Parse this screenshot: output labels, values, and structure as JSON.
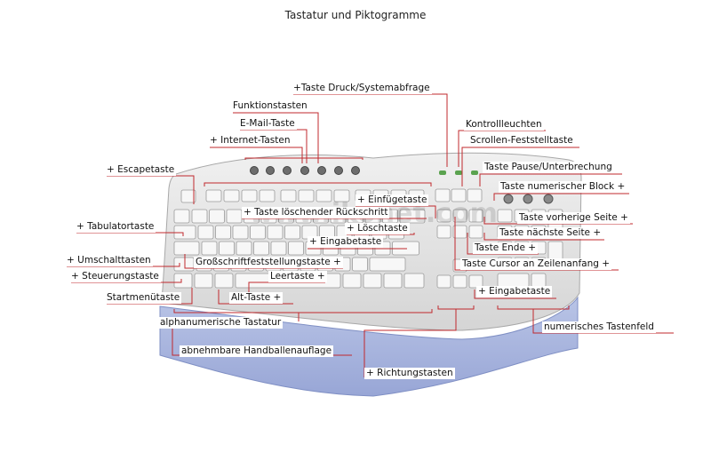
{
  "title": "Tastatur und Piktogramme",
  "watermark": "www.ikonet.com",
  "colors": {
    "leader": "#c0282d",
    "keyboard_body": "#e6e6e6",
    "key_face": "#f7f7f7",
    "key_edge": "#9a9a9a",
    "wrist_rest": "#a9b6df",
    "wrist_rest_dark": "#8e9dd1"
  },
  "labels": {
    "druck": "Taste Druck/Systemabfrage",
    "funktion": "Funktionstasten",
    "email": "E-Mail-Taste",
    "internet": "Internet-Tasten",
    "escape": "Escapetaste",
    "kontroll": "Kontrollleuchten",
    "scroll": "Scrollen-Feststelltaste",
    "pause": "Taste Pause/Unterbrechung",
    "numblock": "Taste numerischer Block",
    "einfuege": "Einfügetaste",
    "bildauf": "Taste vorherige Seite",
    "backspace": "Taste löschender Rückschritt",
    "loesch": "Löschtaste",
    "bildab": "Taste nächste Seite",
    "tab": "Tabulatortaste",
    "eingabe1": "Eingabetaste",
    "ende": "Taste Ende",
    "capslock": "Großschriftfeststellungstaste",
    "pos1": "Taste Cursor an Zeilenanfang",
    "shift": "Umschalttasten",
    "leertaste": "Leertaste",
    "ctrl": "Steuerungstaste",
    "eingabe2": "Eingabetaste",
    "start": "Startmenütaste",
    "alt": "Alt-Taste",
    "alphanum": "alphanumerische Tastatur",
    "numfeld": "numerisches Tastenfeld",
    "handballen": "abnehmbare Handballenauflage",
    "richtung": "Richtungstasten",
    "plus": "+"
  },
  "icons": [
    "internet-back-icon",
    "internet-forward-icon",
    "internet-stop-icon",
    "email-icon",
    "search-icon",
    "favorites-icon",
    "homepage-icon",
    "num-lock-led-icon",
    "caps-lock-led-icon",
    "scroll-lock-led-icon"
  ]
}
